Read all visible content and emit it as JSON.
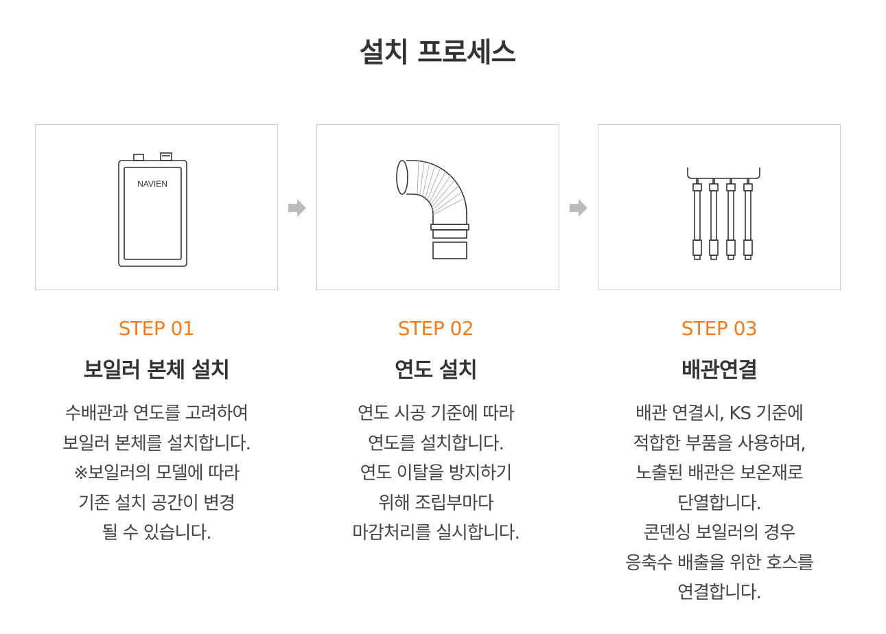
{
  "title": "설치 프로세스",
  "colors": {
    "accent": "#f07c1c",
    "text": "#333333",
    "border": "#cccccc",
    "arrow": "#bbbbbb"
  },
  "steps": [
    {
      "label": "STEP 01",
      "title": "보일러 본체 설치",
      "icon": "boiler-icon",
      "icon_text": "NAVIEN",
      "lines": [
        "수배관과 연도를 고려하여",
        "보일러 본체를 설치합니다.",
        "※보일러의 모델에 따라",
        "기존 설치 공간이 변경",
        "될 수 있습니다."
      ]
    },
    {
      "label": "STEP 02",
      "title": "연도 설치",
      "icon": "flue-pipe-icon",
      "lines": [
        "연도 시공 기준에 따라",
        "연도를 설치합니다.",
        "연도 이탈을 방지하기",
        "위해 조립부마다",
        "마감처리를 실시합니다."
      ]
    },
    {
      "label": "STEP 03",
      "title": "배관연결",
      "icon": "pipe-connection-icon",
      "lines": [
        "배관 연결시, KS 기준에",
        "적합한 부품을 사용하며,",
        "노출된 배관은 보온재로",
        "단열합니다.",
        "콘덴싱 보일러의 경우",
        "응축수 배출을 위한 호스를",
        "연결합니다."
      ]
    }
  ]
}
